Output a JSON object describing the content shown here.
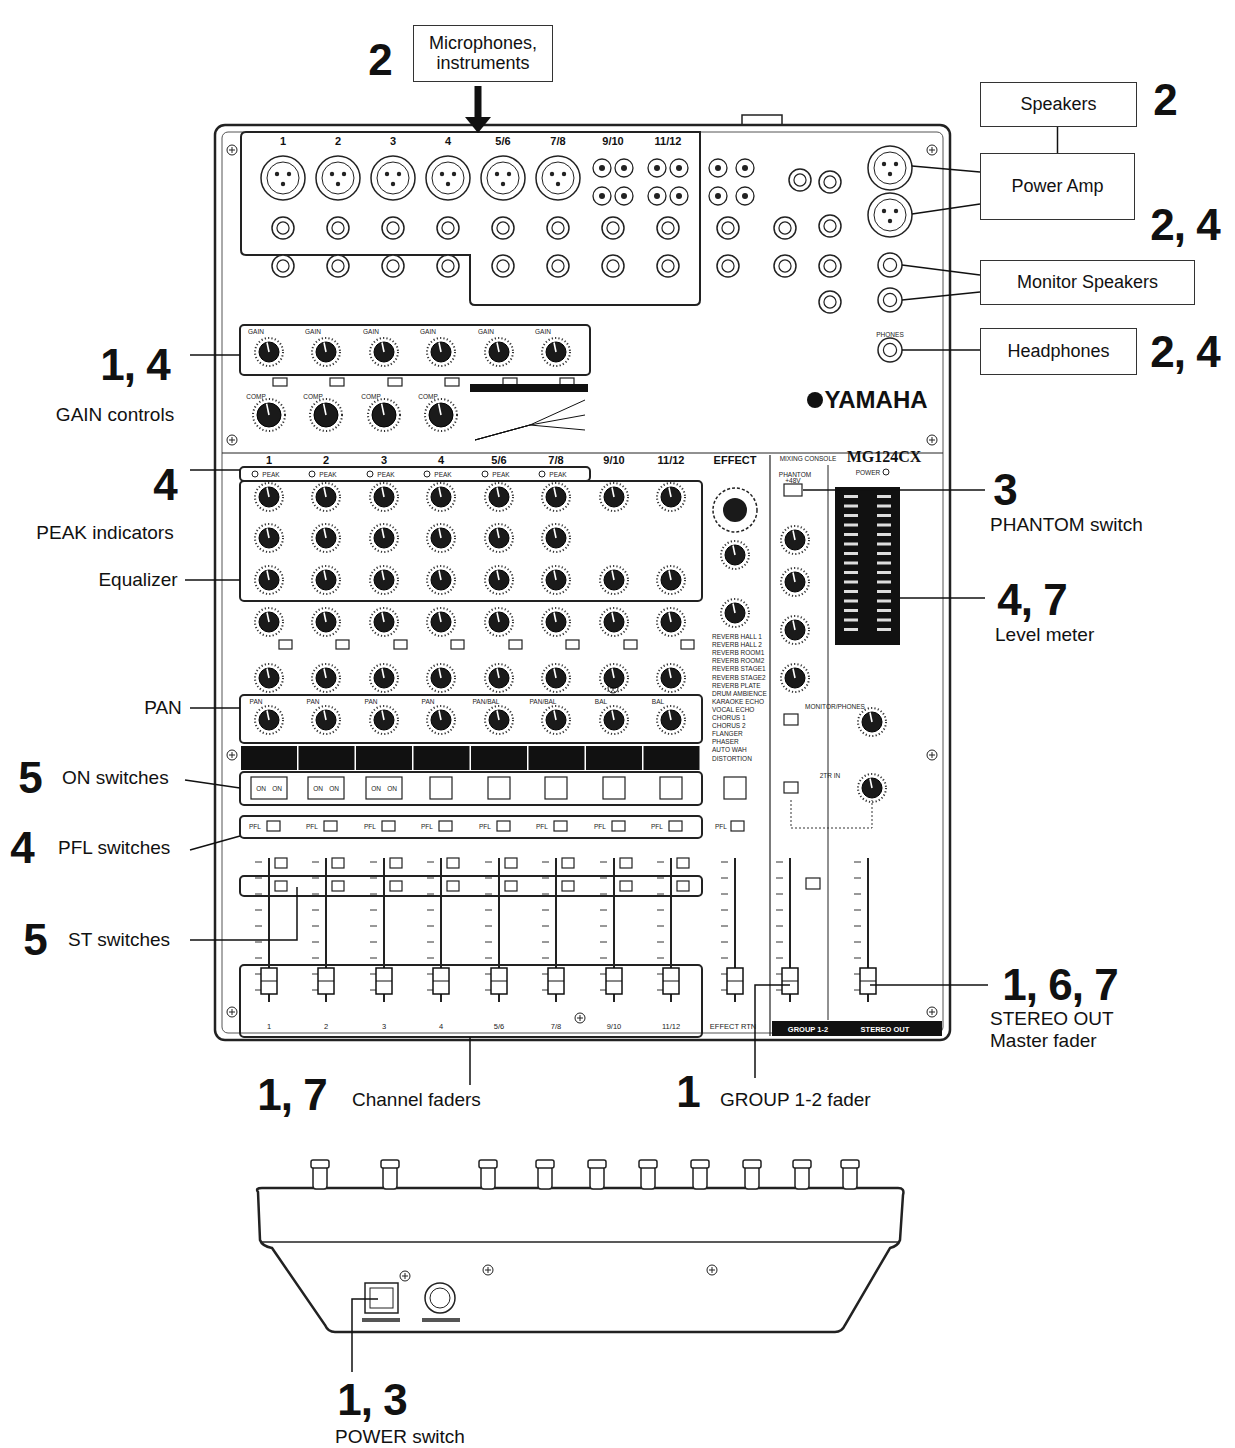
{
  "diagram": {
    "nodes": [
      {
        "text": [
          "Microphones, instruments"
        ]
      },
      {
        "text": [
          "Speakers"
        ]
      },
      {
        "text": [
          "Power Amp"
        ]
      },
      {
        "text": [
          "Monitor Speakers"
        ]
      },
      {
        "text": [
          "Headphones"
        ]
      }
    ],
    "edges": [
      {
        "from": 1,
        "to": 2,
        "arrow": "none"
      }
    ],
    "labels": [
      "2",
      "1, 4",
      "GAIN controls",
      "4",
      "PEAK indicators",
      "Equalizer",
      "PAN",
      "5",
      "ON switches",
      "4",
      "PFL switches",
      "5",
      "ST switches",
      "1, 7",
      "Channel faders",
      "1",
      "GROUP 1-2 fader",
      "1, 6, 7",
      "STEREO OUT Master fader",
      "4, 7",
      "Level meter",
      "3",
      "PHANTOM switch",
      "2",
      "2, 4",
      "2, 4",
      "1, 3",
      "POWER switch",
      "YAMAHA",
      "MIXING CONSOLE",
      "MG124CX",
      "1",
      "2",
      "3",
      "4",
      "5/6",
      "7/8",
      "9/10",
      "11/12",
      "1",
      "2",
      "3",
      "4",
      "5/6",
      "7/8",
      "9/10",
      "11/12",
      "EFFECT",
      "GAIN",
      "GAIN",
      "GAIN",
      "GAIN",
      "GAIN",
      "GAIN",
      "COMP",
      "COMP",
      "COMP",
      "COMP",
      "PEAK",
      "PEAK",
      "PEAK",
      "PEAK",
      "PEAK",
      "PEAK",
      "PAN",
      "PAN",
      "PAN",
      "PAN",
      "PAN/BAL",
      "PAN/BAL",
      "BAL",
      "BAL",
      "PFL",
      "PFL",
      "PFL",
      "PFL",
      "PFL",
      "PFL",
      "PFL",
      "PFL",
      "PFL",
      "1",
      "2",
      "3",
      "4",
      "5/6",
      "7/8",
      "9/10",
      "11/12",
      "EFFECT RTN",
      "GROUP 1-2",
      "STEREO OUT",
      "REVERB HALL 1",
      "REVERB HALL 2",
      "REVERB ROOM1",
      "REVERB ROOM2",
      "REVERB STAGE1",
      "REVERB STAGE2",
      "REVERB PLATE",
      "DRUM AMBIENCE",
      "KARAOKE ECHO",
      "VOCAL ECHO",
      "CHORUS 1",
      "CHORUS 2",
      "FLANGER",
      "PHASER",
      "AUTO WAH",
      "DISTORTION",
      "PHANTOM",
      "+48V",
      "POWER",
      "PHONES",
      "MONITOR/PHONES",
      "2TR IN",
      "ON",
      "ON",
      "ON",
      "ON",
      "ON",
      "ON"
    ]
  }
}
